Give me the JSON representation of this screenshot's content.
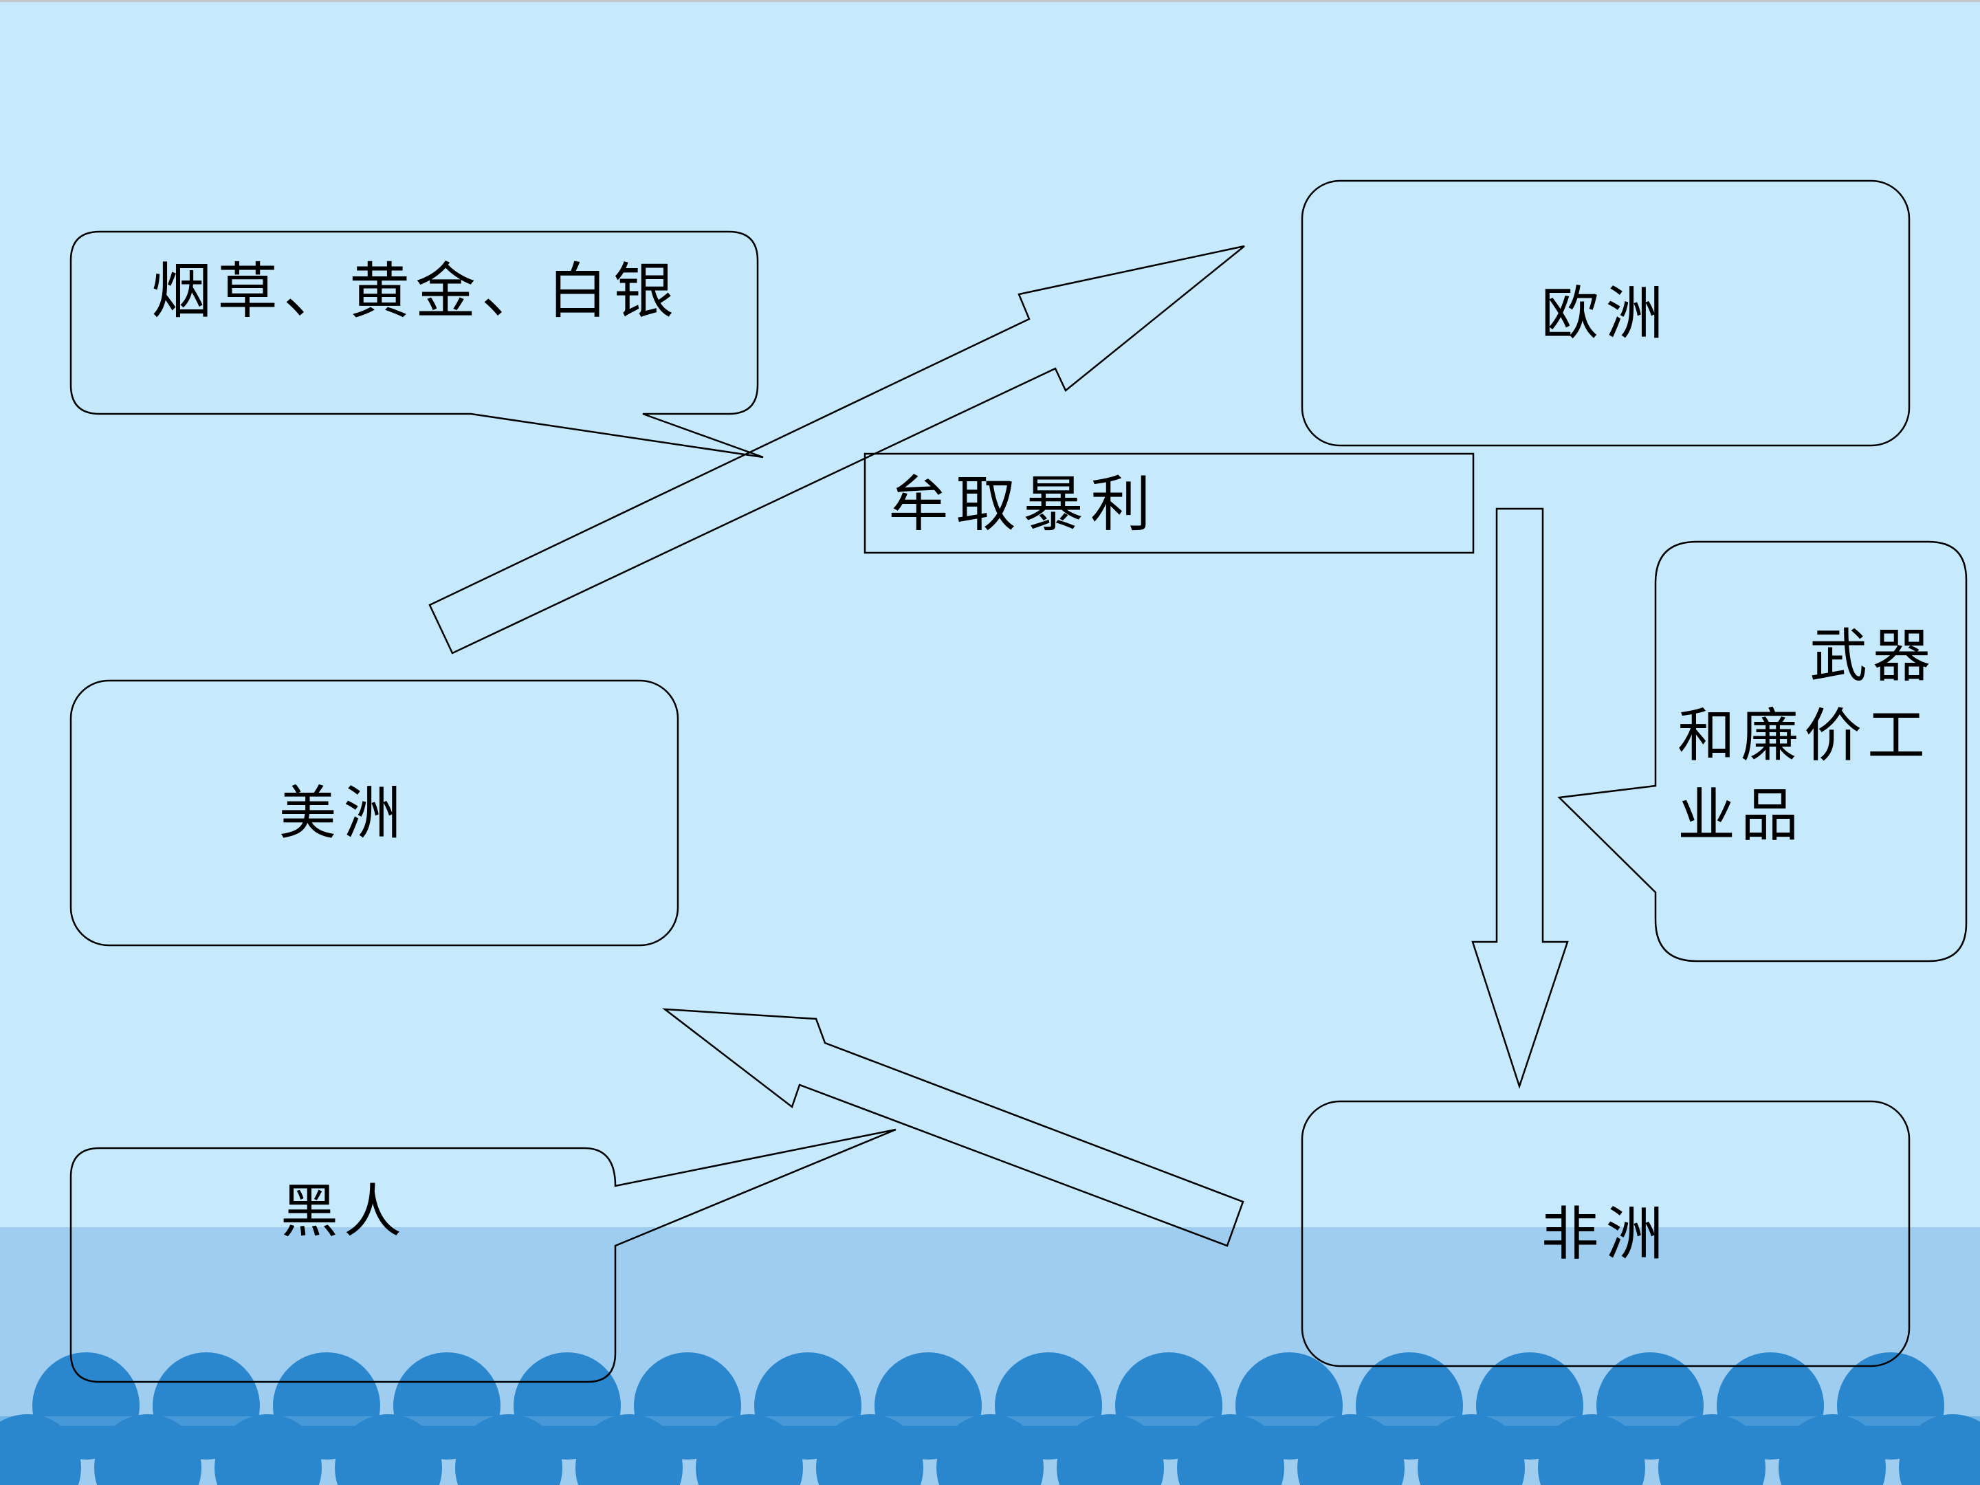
{
  "diagram": {
    "nodes": {
      "europe": "欧洲",
      "america": "美洲",
      "africa": "非洲"
    },
    "callouts": {
      "goods_to_europe": "烟草、黄金、白银",
      "weapons_line1": "武器",
      "weapons_line2": "和廉价工",
      "weapons_line3": "业品",
      "slaves": "黑人"
    },
    "profit_label": "牟取暴利"
  },
  "colors": {
    "background": "#c6e9fb",
    "sea": "#9fcdf0",
    "waves": "#2a86cd",
    "stroke": "#000000"
  }
}
